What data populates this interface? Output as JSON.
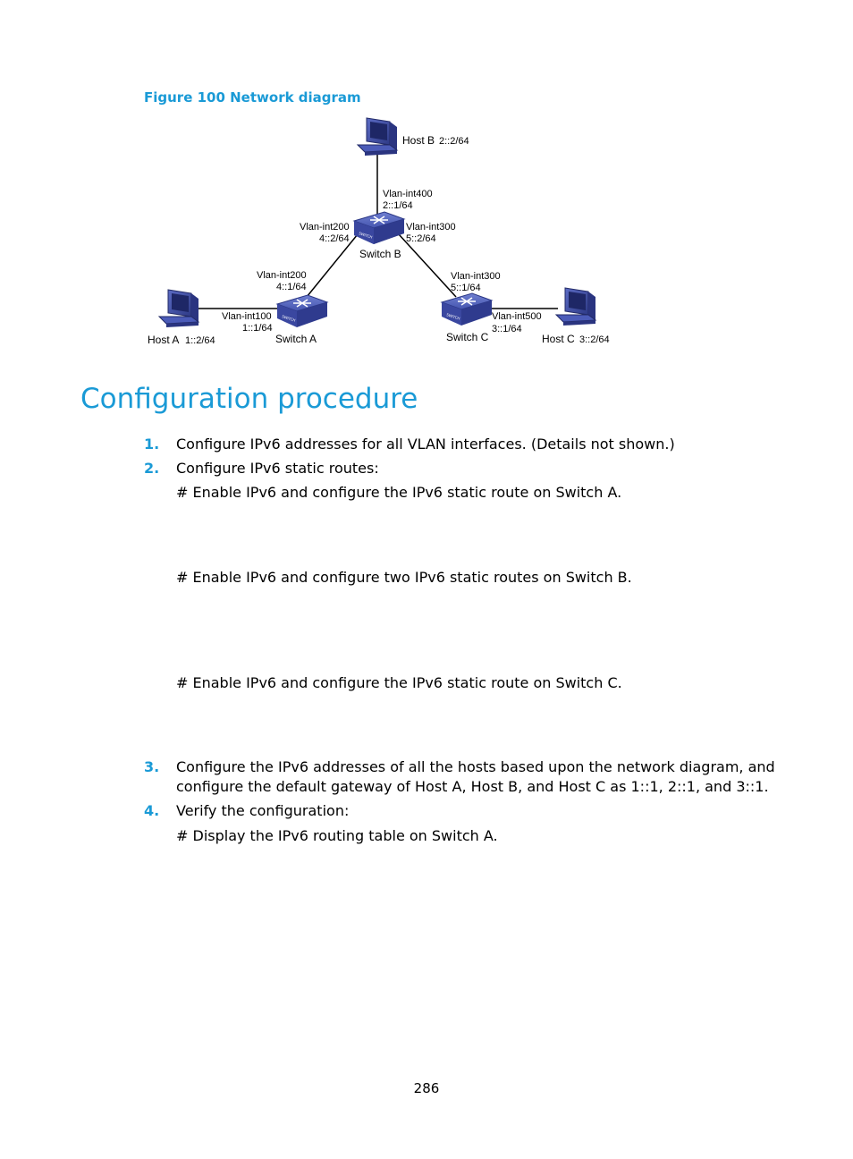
{
  "figure": {
    "caption": "Figure 100 Network diagram",
    "nodes": {
      "host_b": "Host B",
      "host_b_addr": "2::2/64",
      "host_a": "Host A",
      "host_a_addr": "1::2/64",
      "host_c": "Host C",
      "host_c_addr": "3::2/64",
      "switch_a": "Switch A",
      "switch_b": "Switch B",
      "switch_c": "Switch C"
    },
    "interfaces": {
      "b_int400": "Vlan-int400",
      "b_int400_addr": "2::1/64",
      "b_int200": "Vlan-int200",
      "b_int200_addr": "4::2/64",
      "b_int300": "Vlan-int300",
      "b_int300_addr": "5::2/64",
      "a_int200": "Vlan-int200",
      "a_int200_addr": "4::1/64",
      "a_int100": "Vlan-int100",
      "a_int100_addr": "1::1/64",
      "c_int300": "Vlan-int300",
      "c_int300_addr": "5::1/64",
      "c_int500": "Vlan-int500",
      "c_int500_addr": "3::1/64"
    },
    "switch_badge": "SWITCH"
  },
  "section_title": "Configuration procedure",
  "steps": [
    {
      "num": "1.",
      "text": "Configure IPv6 addresses for all VLAN interfaces. (Details not shown.)"
    },
    {
      "num": "2.",
      "text": "Configure IPv6 static routes:"
    },
    {
      "num": "3.",
      "text": "Configure the IPv6 addresses of all the hosts based upon the network diagram, and configure the default gateway of Host A, Host B, and Host C as 1::1, 2::1, and 3::1."
    },
    {
      "num": "4.",
      "text": "Verify the configuration:"
    }
  ],
  "notes": {
    "switch_a": "# Enable IPv6 and configure the IPv6 static route on Switch A.",
    "switch_b": "# Enable IPv6 and configure two IPv6 static routes on Switch B.",
    "switch_c": "# Enable IPv6 and configure the IPv6 static route on Switch C.",
    "display": "# Display the IPv6 routing table on Switch A."
  },
  "page_number": "286",
  "colors": {
    "accent": "#1a9ad6",
    "device_blue": "#3f4ea0"
  }
}
